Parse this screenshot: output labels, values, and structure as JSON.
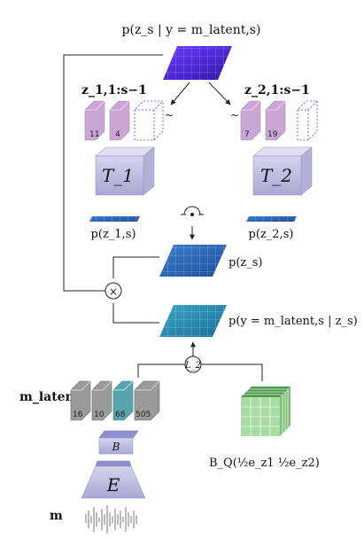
{
  "labels": {
    "posterior": "p(z_s | y = m_latent,s)",
    "z1_seq": "z_1,1:s−1",
    "z2_seq": "z_2,1:s−1",
    "tilde": "~",
    "t1": "T_1",
    "t2": "T_2",
    "pz1": "p(z_1,s)",
    "pz2": "p(z_2,s)",
    "prior": "p(z_s)",
    "likelihood": "p(y = m_latent,s | z_s)",
    "times": "×",
    "l2": "L_2",
    "m_latent": "m_latent",
    "b": "B",
    "e": "E",
    "m": "m",
    "bq": "B_Q(½e_z1  ½e_z2)"
  },
  "tokens": {
    "z1": [
      "11",
      "4"
    ],
    "z2": [
      "7",
      "19"
    ],
    "latent": [
      "16",
      "10",
      "68",
      "505"
    ]
  },
  "colors": {
    "posterior": "#4a22c8",
    "prior": "#2f68b8",
    "likelihood": "#2a8ab0",
    "block": "#b6b6dc",
    "token_purple": "#c9a6d4",
    "token_gray": "#9a9a9a",
    "token_teal": "#5aa3ad",
    "cube": "#6db86a"
  }
}
